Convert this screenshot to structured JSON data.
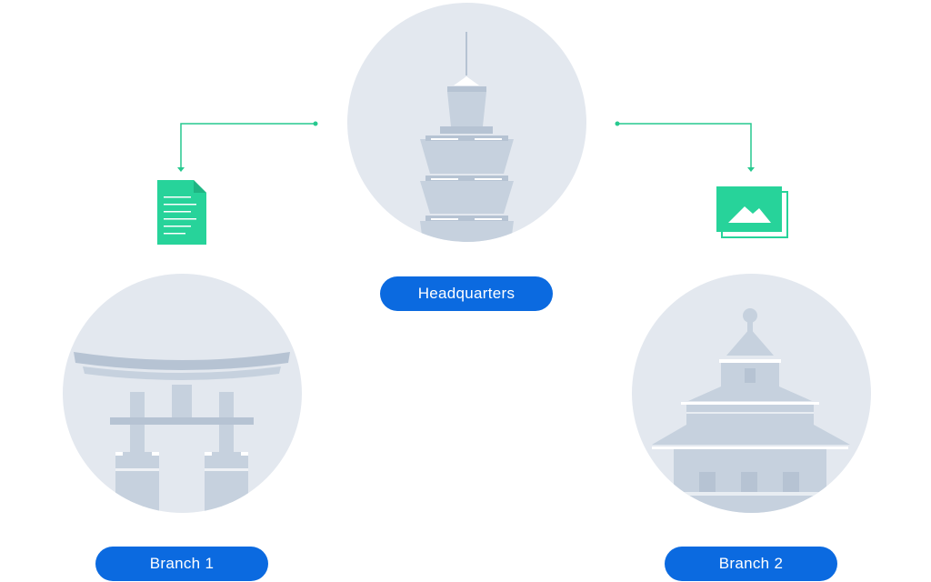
{
  "nodes": {
    "headquarters": {
      "label": "Headquarters",
      "illustration": "pagoda-tower"
    },
    "branch_1": {
      "label": "Branch  1",
      "illustration": "torii-gate"
    },
    "branch_2": {
      "label": "Branch  2",
      "illustration": "temple-of-heaven"
    }
  },
  "transfers": {
    "to_branch_1": {
      "icon": "document-icon"
    },
    "to_branch_2": {
      "icon": "image-icon"
    }
  },
  "colors": {
    "accent": "#0b6ae0",
    "connector": "#27c98f",
    "circle_bg": "#e3e8ef",
    "illustration": "#c6d1de",
    "illustration_dark": "#b6c3d3"
  }
}
